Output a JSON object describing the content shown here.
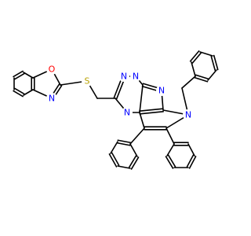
{
  "molecule": {
    "atoms": {
      "o1": {
        "label": "O",
        "color": "#ff0000"
      },
      "n1": {
        "label": "N",
        "color": "#0000ff"
      },
      "s1": {
        "label": "S",
        "color": "#b8a100"
      },
      "n2": {
        "label": "N",
        "color": "#0000ff"
      },
      "n3": {
        "label": "N",
        "color": "#0000ff"
      },
      "n4": {
        "label": "N",
        "color": "#0000ff"
      },
      "n5": {
        "label": "N",
        "color": "#0000ff"
      },
      "n6": {
        "label": "N",
        "color": "#0000ff"
      }
    }
  }
}
